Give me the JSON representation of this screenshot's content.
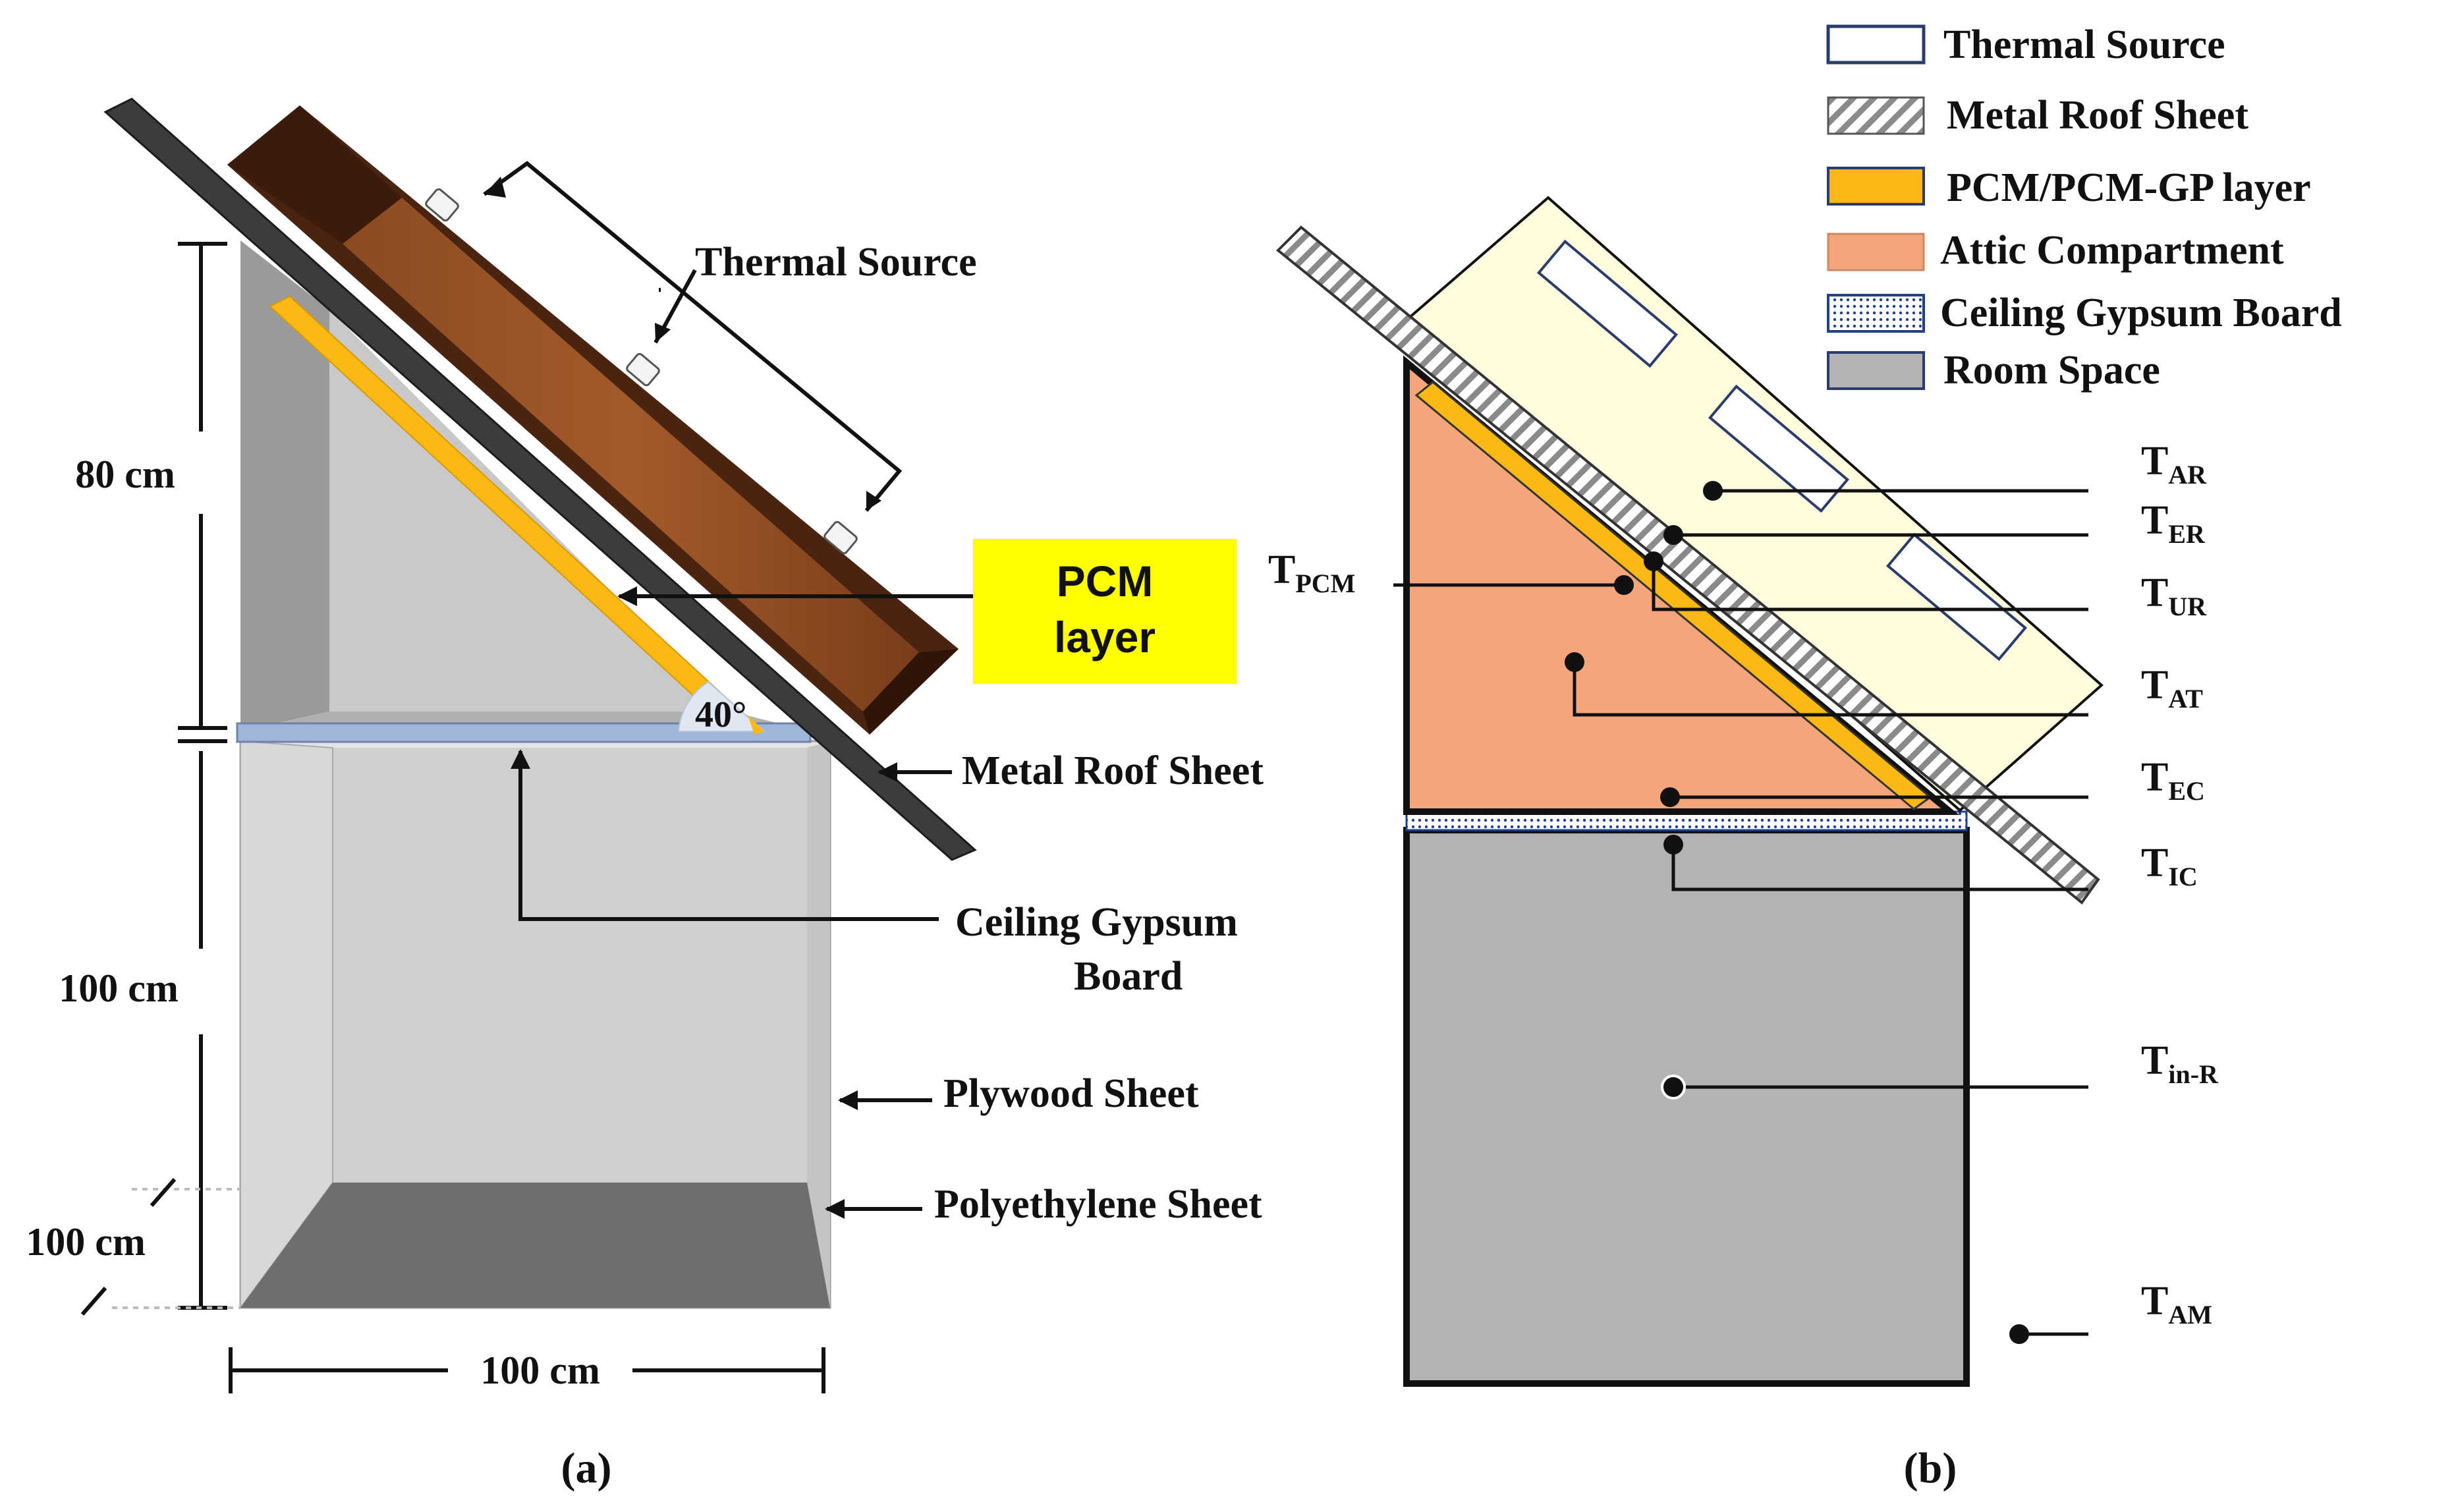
{
  "panel_a": {
    "caption": "(a)",
    "labels": {
      "thermal_source": "Thermal Source",
      "pcm_line1": "PCM",
      "pcm_line2": "layer",
      "angle": "40°",
      "metal_roof": "Metal Roof Sheet",
      "ceiling_line1": "Ceiling  Gypsum",
      "ceiling_line2": "Board",
      "plywood": "Plywood Sheet",
      "polyethylene": "Polyethylene  Sheet"
    },
    "dimensions": {
      "attic_height": "80 cm",
      "room_height": "100 cm",
      "depth": "100 cm",
      "width": "100 cm"
    }
  },
  "panel_b": {
    "caption": "(b)",
    "legend": [
      {
        "label": "Thermal Source",
        "swatch": "white"
      },
      {
        "label": "Metal Roof Sheet",
        "swatch": "hatch"
      },
      {
        "label": "PCM/PCM-GP layer",
        "swatch": "#fdb913"
      },
      {
        "label": "Attic Compartment",
        "swatch": "#f4a67a"
      },
      {
        "label": "Ceiling  Gypsum Board",
        "swatch": "dots"
      },
      {
        "label": "Room Space",
        "swatch": "#b3b3b3"
      }
    ],
    "sensors": {
      "AR": {
        "base": "T",
        "sub": "AR"
      },
      "ER": {
        "base": "T",
        "sub": "ER"
      },
      "PCM": {
        "base": "T",
        "sub": "PCM"
      },
      "UR": {
        "base": "T",
        "sub": "UR"
      },
      "AT": {
        "base": "T",
        "sub": "AT"
      },
      "EC": {
        "base": "T",
        "sub": "EC"
      },
      "IC": {
        "base": "T",
        "sub": "IC"
      },
      "inR": {
        "base": "T",
        "sub": "in-R"
      },
      "AM": {
        "base": "T",
        "sub": "AM"
      }
    }
  },
  "colors": {
    "pcm": "#fdb913",
    "attic": "#f4a67a",
    "room": "#b3b3b3",
    "wood": "#5a2e14",
    "callout": "#ffff00"
  }
}
